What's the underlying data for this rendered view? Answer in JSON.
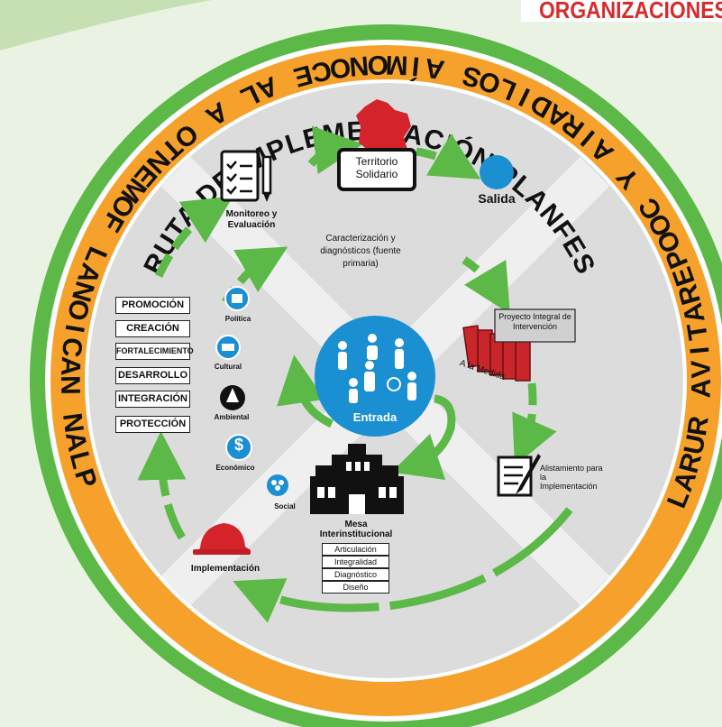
{
  "top_banner": "ORGANIZACIONES",
  "ring_top_text": "RUTA DE IMPLEMENTACIÓN PLANFES",
  "ring_bottom_text": "PLAN NACIONAL FOMENTO A LA ECONOMÍA SOLIDARIA Y COOPERATIVA RURAL",
  "colors": {
    "green": "#5cb947",
    "orange": "#f6a12b",
    "inner": "#dcdcdc",
    "blue": "#1a8fd1",
    "red": "#d5232b",
    "banner_red": "#d52b2b"
  },
  "nodes": {
    "territorio": "Territorio Solidario",
    "salida": "Salida",
    "monitoreo": "Monitoreo y Evaluación",
    "caracterizacion": "Caracterización y diagnósticos (fuente primaria)",
    "proyecto": "Proyecto Integral de Intervención",
    "medida": "A la Medida",
    "alistamiento": "Alistamiento para la Implementación",
    "entrada": "Entrada",
    "mesa": "Mesa Interinstitucional",
    "implementacion": "Implementación"
  },
  "stages": [
    "PROMOCIÓN",
    "CREACIÓN",
    "FORTALECIMIENTO",
    "DESARROLLO",
    "INTEGRACIÓN",
    "PROTECCIÓN"
  ],
  "dimensions": [
    "Política",
    "Cultural",
    "Ambiental",
    "Económico",
    "Social"
  ],
  "mesa_items": [
    "Articulación",
    "Integralidad",
    "Diagnóstico",
    "Diseño"
  ],
  "icons": [
    "colombia-map-icon",
    "checklist-icon",
    "pencil-icon",
    "books-icon",
    "document-pen-icon",
    "people-icon",
    "building-icon",
    "hardhat-icon",
    "ballot-icon",
    "handshake-icon",
    "tree-icon",
    "dollar-icon",
    "group-icon"
  ]
}
